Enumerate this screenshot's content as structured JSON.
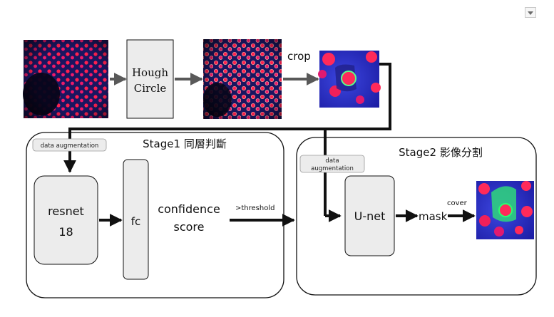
{
  "diagram": {
    "hough_line1": "Hough",
    "hough_line2": "Circle",
    "crop_label": "crop",
    "stage1_title": "Stage1 同層判斷",
    "stage2_title": "Stage2 影像分割",
    "data_aug_1": "data augmentation",
    "data_aug_2_line1": "data",
    "data_aug_2_line2": "augmentation",
    "resnet_line1": "resnet",
    "resnet_line2": "18",
    "fc_label": "fc",
    "confidence_line1": "confidence",
    "confidence_line2": "score",
    "threshold_label": ">threshold",
    "unet_label": "U-net",
    "mask_label": "mask",
    "cover_label": "cover"
  },
  "colors": {
    "box_fill": "#ececec",
    "stroke": "#111111",
    "arrow_gray": "#595959",
    "image_dark": "#0a0820",
    "cell_red": "#ff1f55",
    "crop_blue": "#2a2fc8",
    "mask_green": "#3ddc6a"
  },
  "icons": {
    "dropdown": "chevron-down-icon"
  }
}
